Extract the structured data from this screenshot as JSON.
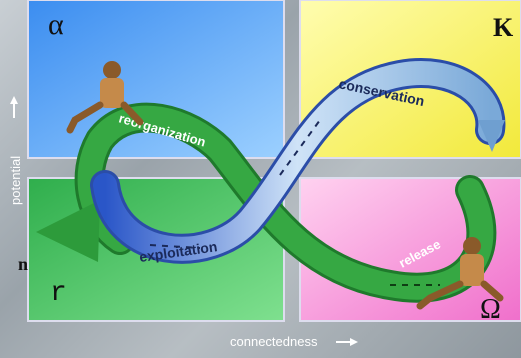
{
  "quadrants": {
    "alpha": {
      "label": "α",
      "color": "#5aa7f2"
    },
    "k": {
      "label": "K",
      "color": "#f5f06a"
    },
    "r": {
      "label": "r",
      "color": "#3fbf5c"
    },
    "omega": {
      "label": "Ω",
      "color": "#f59ad8"
    }
  },
  "phases": {
    "conservation": "conservation",
    "reorganization": "reorganization",
    "exploitation": "exploitation",
    "release": "release"
  },
  "axes": {
    "y_label": "potential",
    "x_label": "connectedness"
  },
  "edge_text": "n",
  "colors": {
    "release_arrow": "#2f9e3a",
    "conservation_arrow": "#9fc6ea"
  }
}
